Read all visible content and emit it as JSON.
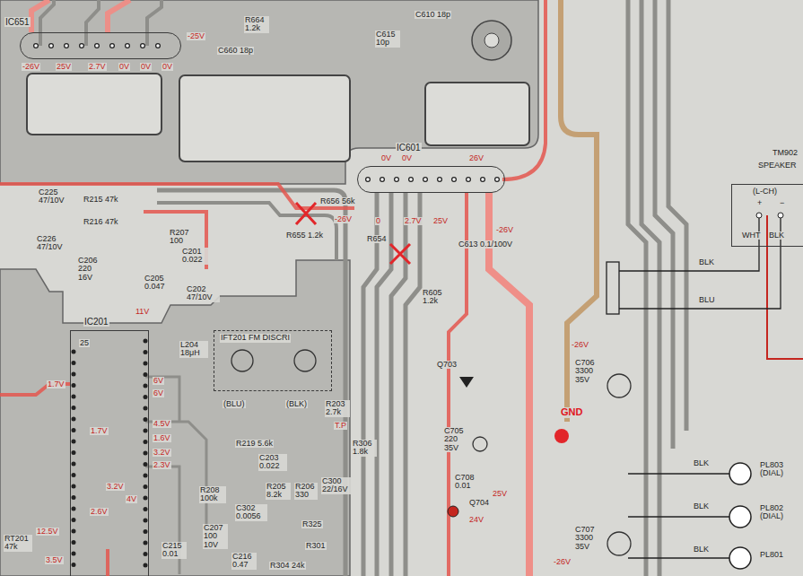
{
  "diagram": {
    "nodes": [
      {
        "text": [
          "IC651"
        ]
      },
      {
        "text": [
          "IC601"
        ]
      },
      {
        "text": [
          "IC201"
        ]
      },
      {
        "text": [
          "IFT201 FM DISCRI"
        ]
      },
      {
        "text": [
          "TM902",
          "SPEAKER",
          "(L-CH)"
        ]
      }
    ],
    "labels": [
      "C660 18p",
      "R664 1.2k",
      "C610 18p",
      "C615 10p",
      "-25V",
      "-26V",
      "25V",
      "2.7V",
      "0V",
      "0V",
      "0V",
      "0V",
      "0V",
      "26V",
      "-26V",
      "0",
      "2.7V",
      "25V",
      "-26V",
      "R656 56k",
      "R655 1.2k",
      "R654",
      "C613 0.1/100V",
      "R605 1.2k",
      "C225 47/10V",
      "R215 47k",
      "R216 47k",
      "R207 100",
      "C226 47/10V",
      "C206 220 16V",
      "C205 0.047",
      "C201 0.022",
      "C202 47/10V",
      "11V",
      "25",
      "L204 18μH",
      "(BLU)",
      "(BLK)",
      "R203 2.7k",
      "T.P",
      "R306 1.8k",
      "R219 5.6k",
      "C203 0.022",
      "R205 8.2k",
      "R206 330",
      "C300 22/16V",
      "C302 0.0056",
      "C207 100 10V",
      "R208 100k",
      "R325",
      "R301",
      "R304 24k",
      "C216 0.47",
      "C215 0.01",
      "RT201 47k",
      "6V",
      "6V",
      "4.5V",
      "1.6V",
      "3.2V",
      "2.3V",
      "2.6V",
      "4V",
      "3.2V",
      "12.5V",
      "3.5V",
      "1.7V",
      "1.7V",
      "+",
      "−",
      "WHT",
      "BLK",
      "BLK",
      "BLU",
      "-26V",
      "C706 3300 35V",
      "GND",
      "Q703",
      "C705 220 35V",
      "C708 0.01",
      "25V",
      "Q704",
      "24V",
      "C707 3300 35V",
      "-26V",
      "BLK",
      "PL803 (DIAL)",
      "BLK",
      "PL802 (DIAL)",
      "BLK",
      "PL801"
    ]
  }
}
